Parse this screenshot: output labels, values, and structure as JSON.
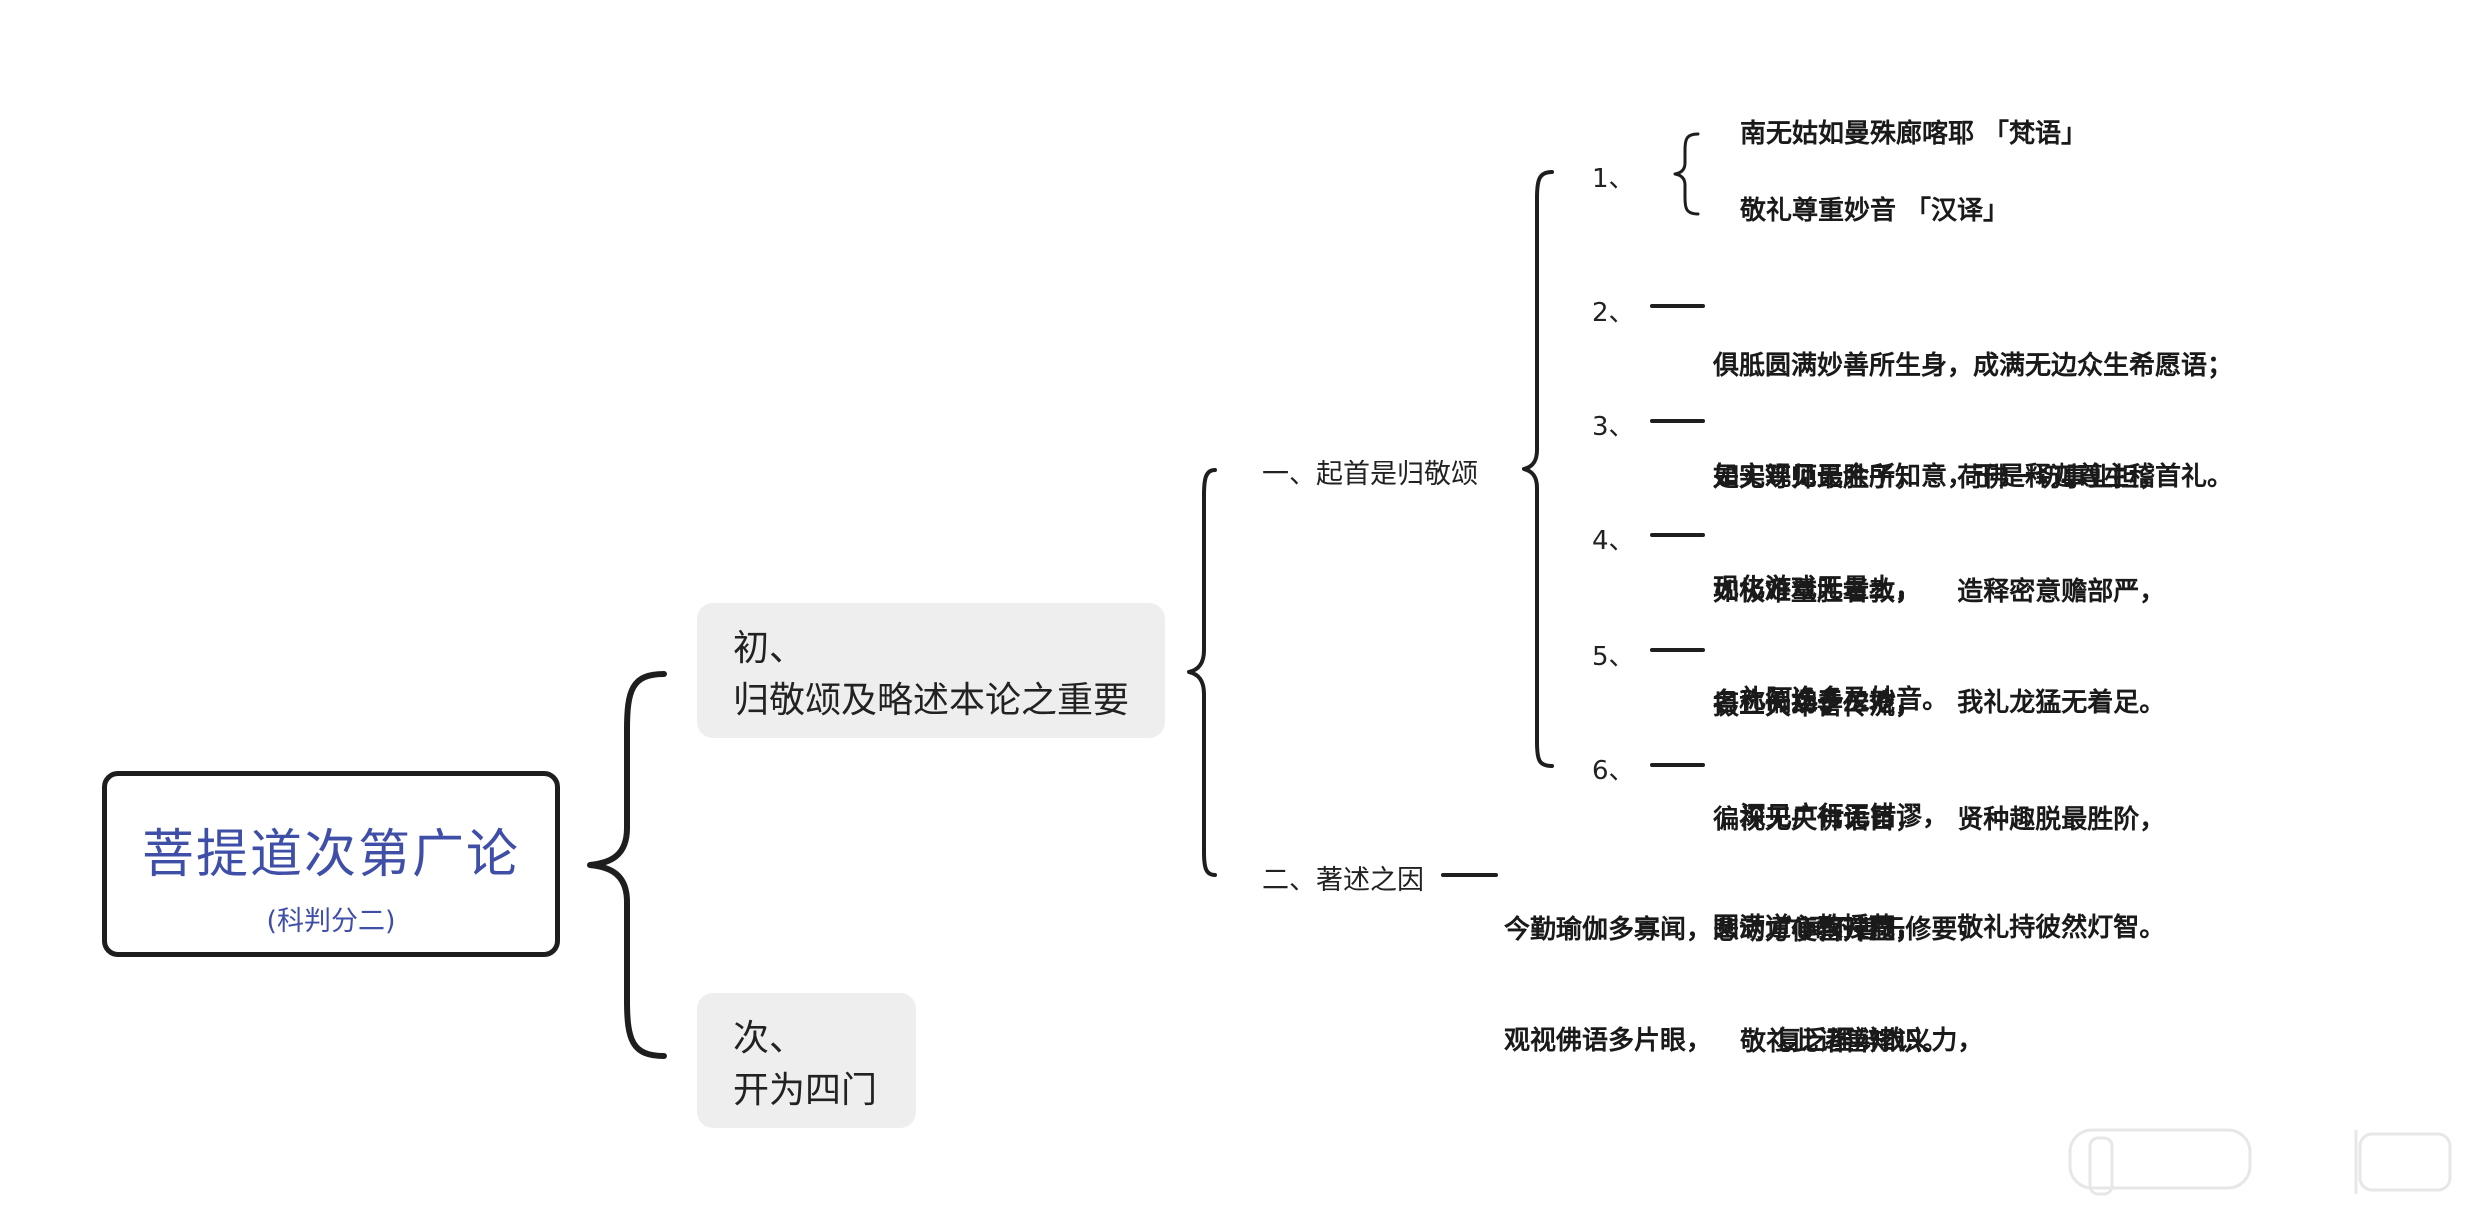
{
  "root": {
    "title": "菩提道次第广论",
    "subtitle": "(科判分二)"
  },
  "branches": [
    {
      "lines": [
        "初、",
        "归敬颂及略述本论之重要"
      ]
    },
    {
      "lines": [
        "次、",
        "开为四门"
      ]
    }
  ],
  "sub_branches": [
    {
      "label": "一、起首是归敬颂"
    },
    {
      "label": "二、著述之因"
    }
  ],
  "homage_verses": [
    {
      "num": "1、",
      "lines": [
        "南无姑如曼殊廊喀耶 「梵语」",
        "敬礼尊重妙音 「汉译」"
      ]
    },
    {
      "num": "2、",
      "lines": [
        "俱胝圆满妙善所生身，成满无边众生希愿语；",
        "如实观见无余所知意，于是释迦尊主稽首礼。"
      ]
    },
    {
      "num": "3、",
      "lines": [
        "是无等师最胜子，    荷佛一切事业担，",
        "现化游戏无量土，",
        "   礼阿逸多及妙音。"
      ]
    },
    {
      "num": "4、",
      "lines": [
        "如极难量胜者教，    造释密意赡部严，",
        "名称徧扬于三地，    我礼龙猛无着足。"
      ]
    },
    {
      "num": "5、",
      "lines": [
        "摄二大车善传流，",
        "   深见广行无错谬，",
        "圆满道心教授藏，    敬礼持彼然灯智。"
      ]
    },
    {
      "num": "6、",
      "lines": [
        "徧视无央佛语目，    贤种趣脱最胜阶，",
        "悲动方便善开显，",
        "   敬礼此诸善知识。"
      ]
    }
  ],
  "reason_verse": {
    "lines": [
      "今勤瑜伽多寡闻，       广闻不善于修要，",
      "观视佛语多片眼，       复乏理辩教义力，"
    ]
  },
  "colors": {
    "root_text": "#3f4fa8",
    "node_bg": "#eeeeee",
    "line": "#1e1e1e"
  }
}
